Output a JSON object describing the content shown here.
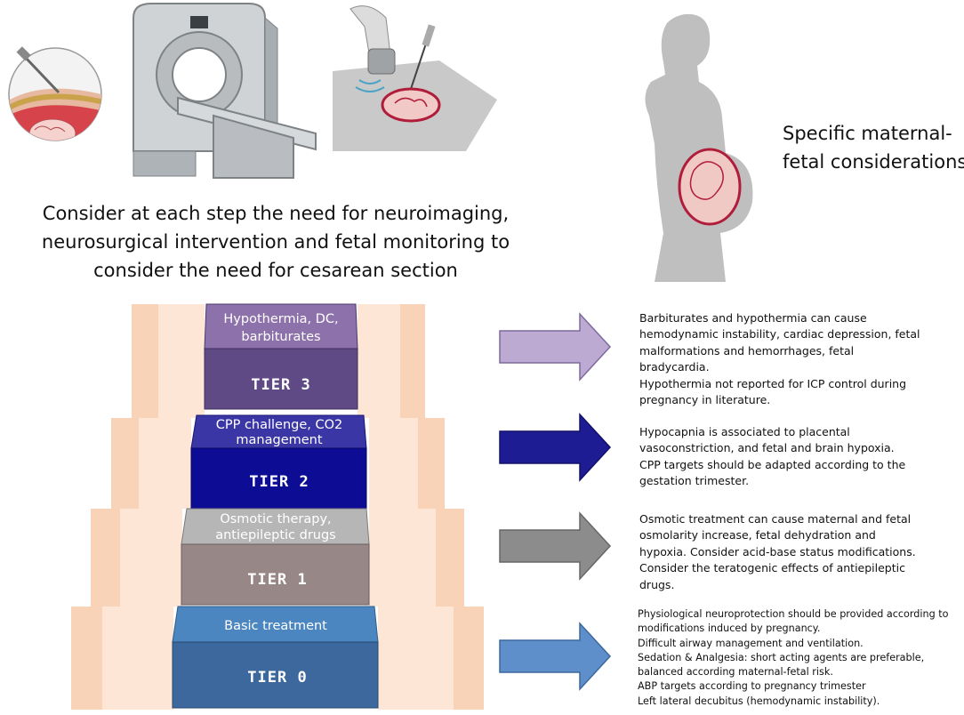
{
  "caption": {
    "lines": [
      "Consider at each step the need for neuroimaging,",
      "neurosurgical intervention and fetal monitoring to",
      "consider the need for cesarean section"
    ]
  },
  "maternal_label": {
    "lines": [
      "Specific maternal-",
      "fetal considerations"
    ]
  },
  "tiers": [
    {
      "tier_label": "TIER 3",
      "treatment_lines": [
        "Hypothermia, DC,",
        "barbiturates"
      ]
    },
    {
      "tier_label": "TIER 2",
      "treatment_lines": [
        "CPP challenge, CO2",
        "management"
      ]
    },
    {
      "tier_label": "TIER 1",
      "treatment_lines": [
        "Osmotic therapy,",
        "antiepileptic drugs"
      ]
    },
    {
      "tier_label": "TIER 0",
      "treatment_lines": [
        "Basic treatment"
      ]
    }
  ],
  "notes": {
    "tier3": [
      "Barbiturates and hypothermia can cause",
      "hemodynamic instability, cardiac depression, fetal",
      "malformations and hemorrhages, fetal",
      "bradycardia.",
      "Hypothermia not reported for ICP control during",
      "pregnancy in literature."
    ],
    "tier2": [
      "Hypocapnia is  associated to placental",
      "vasoconstriction, and fetal and brain hypoxia.",
      "CPP targets should be adapted according to the",
      "gestation trimester."
    ],
    "tier1": [
      "Osmotic treatment can cause maternal and fetal",
      "osmolarity increase, fetal dehydration and",
      "hypoxia. Consider acid-base status modifications.",
      "Consider the teratogenic effects of antiepileptic",
      "drugs."
    ],
    "tier0": [
      "Physiological neuroprotection should be provided according to",
      "modifications induced by pregnancy.",
      "Difficult airway management and ventilation.",
      "Sedation & Analgesia: short acting agents  are preferable,",
      "balanced according maternal-fetal risk.",
      "ABP targets according to pregnancy trimester",
      "Left lateral decubitus (hemodynamic instability)."
    ]
  },
  "colors": {
    "stair_light": "#fde6d6",
    "stair_mid": "#f9d3b7",
    "tier3_top": "#8d71ab",
    "tier3_bottom": "#5f4a86",
    "arrow3": "#bcaad3",
    "tier2_top": "#3b36a6",
    "tier2_bottom": "#0d0c95",
    "arrow2": "#1e1c92",
    "tier1_top": "#b6b6b6",
    "tier1_bottom": "#978887",
    "arrow1": "#8c8c8c",
    "tier0_top": "#4b86c0",
    "tier0_bottom": "#3c689d",
    "arrow0": "#5e8fcb"
  },
  "illustrations": [
    "craniotomy-fetus-icon",
    "ct-scanner-icon",
    "ultrasound-amniocentesis-icon",
    "pregnant-woman-fetus-icon"
  ]
}
